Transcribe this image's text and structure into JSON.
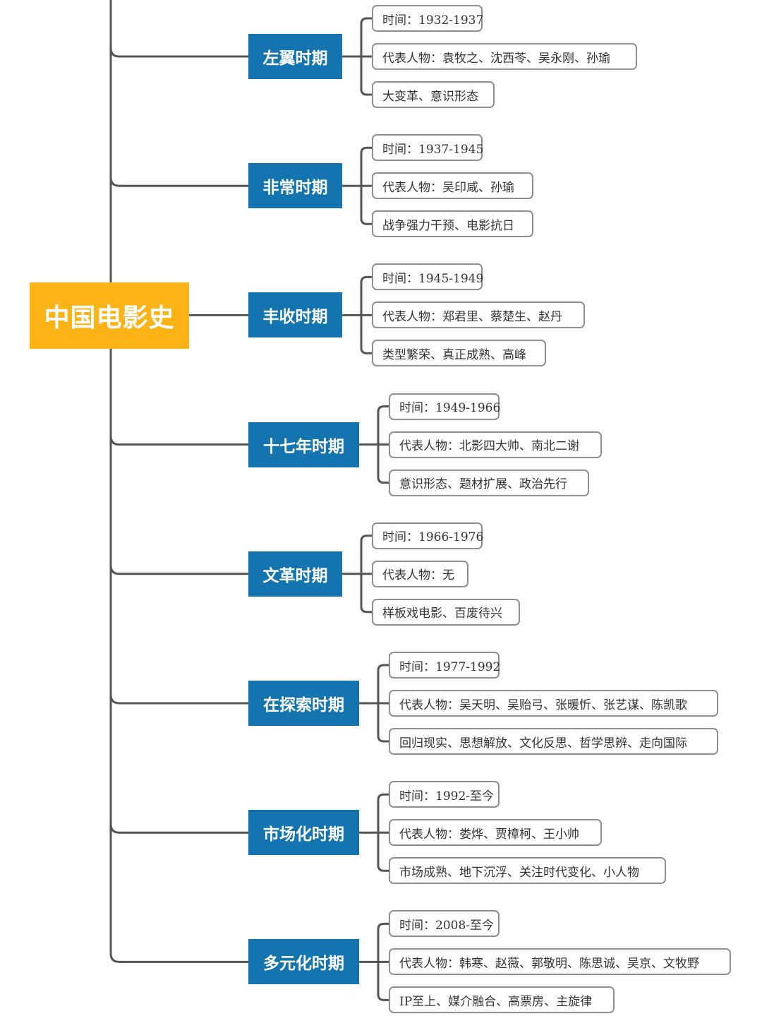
{
  "root": {
    "label": "中国电影史"
  },
  "periods": [
    {
      "name": "左翼时期",
      "items": [
        "时间：1932-1937",
        "代表人物：袁牧之、沈西苓、吴永刚、孙瑜",
        "大变革、意识形态"
      ]
    },
    {
      "name": "非常时期",
      "items": [
        "时间：1937-1945",
        "代表人物：吴印咸、孙瑜",
        "战争强力干预、电影抗日"
      ]
    },
    {
      "name": "丰收时期",
      "items": [
        "时间：1945-1949",
        "代表人物：郑君里、蔡楚生、赵丹",
        "类型繁荣、真正成熟、高峰"
      ]
    },
    {
      "name": "十七年时期",
      "items": [
        "时间：1949-1966",
        "代表人物：北影四大帅、南北二谢",
        "意识形态、题材扩展、政治先行"
      ]
    },
    {
      "name": "文革时期",
      "items": [
        "时间：1966-1976",
        "代表人物：无",
        "样板戏电影、百废待兴"
      ]
    },
    {
      "name": "在探索时期",
      "items": [
        "时间：1977-1992",
        "代表人物：吴天明、吴贻弓、张暖忻、张艺谋、陈凯歌",
        "回归现实、思想解放、文化反思、哲学思辨、走向国际"
      ]
    },
    {
      "name": "市场化时期",
      "items": [
        "时间：1992-至今",
        "代表人物：娄烨、贾樟柯、王小帅",
        "市场成熟、地下沉浮、关注时代变化、小人物"
      ]
    },
    {
      "name": "多元化时期",
      "items": [
        "时间：2008-至今",
        "代表人物：韩寒、赵薇、郭敬明、陈思诚、吴京、文牧野",
        "IP至上、媒介融合、高票房、主旋律"
      ]
    }
  ],
  "colors": {
    "root": "#fbb316",
    "period": "#1474b0",
    "connector": "#555555",
    "leaf_border": "#8f8f8f"
  }
}
